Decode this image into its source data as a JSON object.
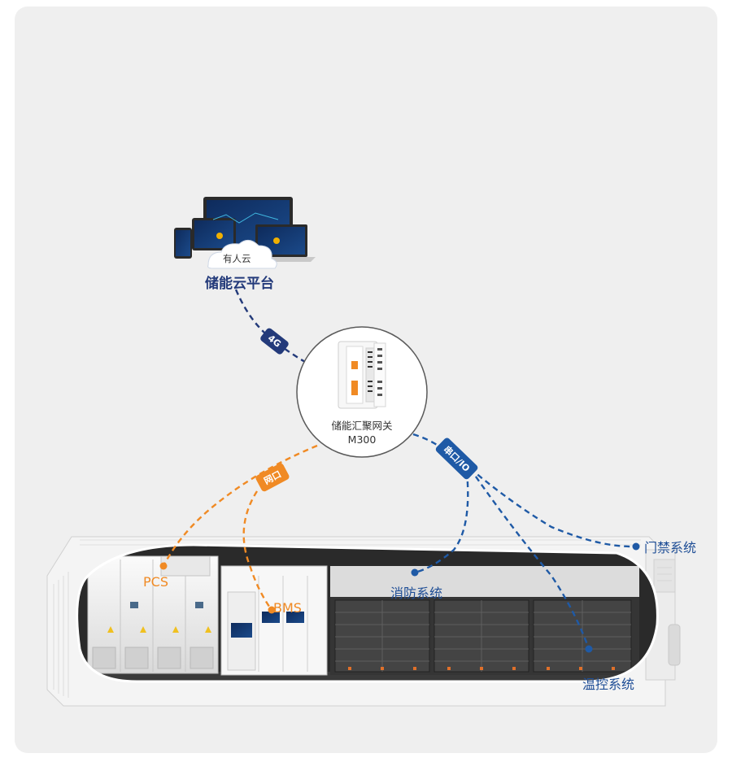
{
  "platform": {
    "cloud_label": "有人云",
    "title": "储能云平台"
  },
  "gateway": {
    "name": "储能汇聚网关",
    "model": "M300"
  },
  "links": {
    "cellular": "4G",
    "ethernet": "网口",
    "serial": "串口/IO"
  },
  "endpoints": {
    "pcs": "PCS",
    "bms": "BMS",
    "fire": "消防系统",
    "access": "门禁系统",
    "thermal": "温控系统"
  },
  "colors": {
    "background": "#efefef",
    "cellular_line": "#233a7a",
    "ethernet_line": "#f08a24",
    "serial_line": "#1f5aa6"
  }
}
